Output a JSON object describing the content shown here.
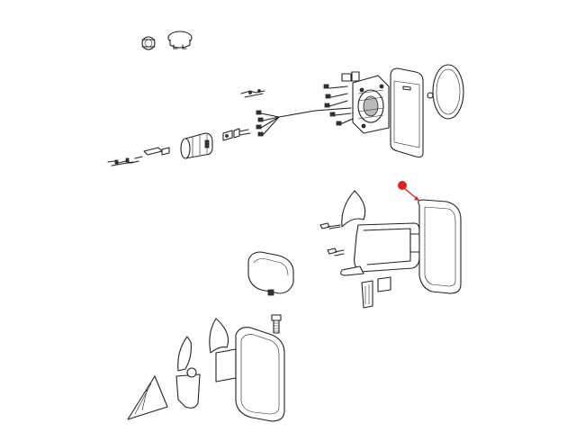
{
  "diagram": {
    "style": "exploded-view line drawing",
    "line_color": "#222222",
    "background_color": "#ffffff",
    "highlight": {
      "color": "#e02020",
      "marker": "red-dot-with-arrow",
      "points_to": "mirror-glass-housing"
    },
    "parts": [
      "snap-nut",
      "grommet-cap",
      "mirror-motor-assembly",
      "round-convex-mirror",
      "wiring-harness",
      "connector",
      "lock-cylinder-switch",
      "terminal-pins",
      "mirror-arm-assembly",
      "mirror-glass-housing",
      "mounting-screws",
      "bracket-clip",
      "lower-mirror-head",
      "mounting-bolt",
      "side-mirror-assembly",
      "bracket-triangle"
    ]
  }
}
